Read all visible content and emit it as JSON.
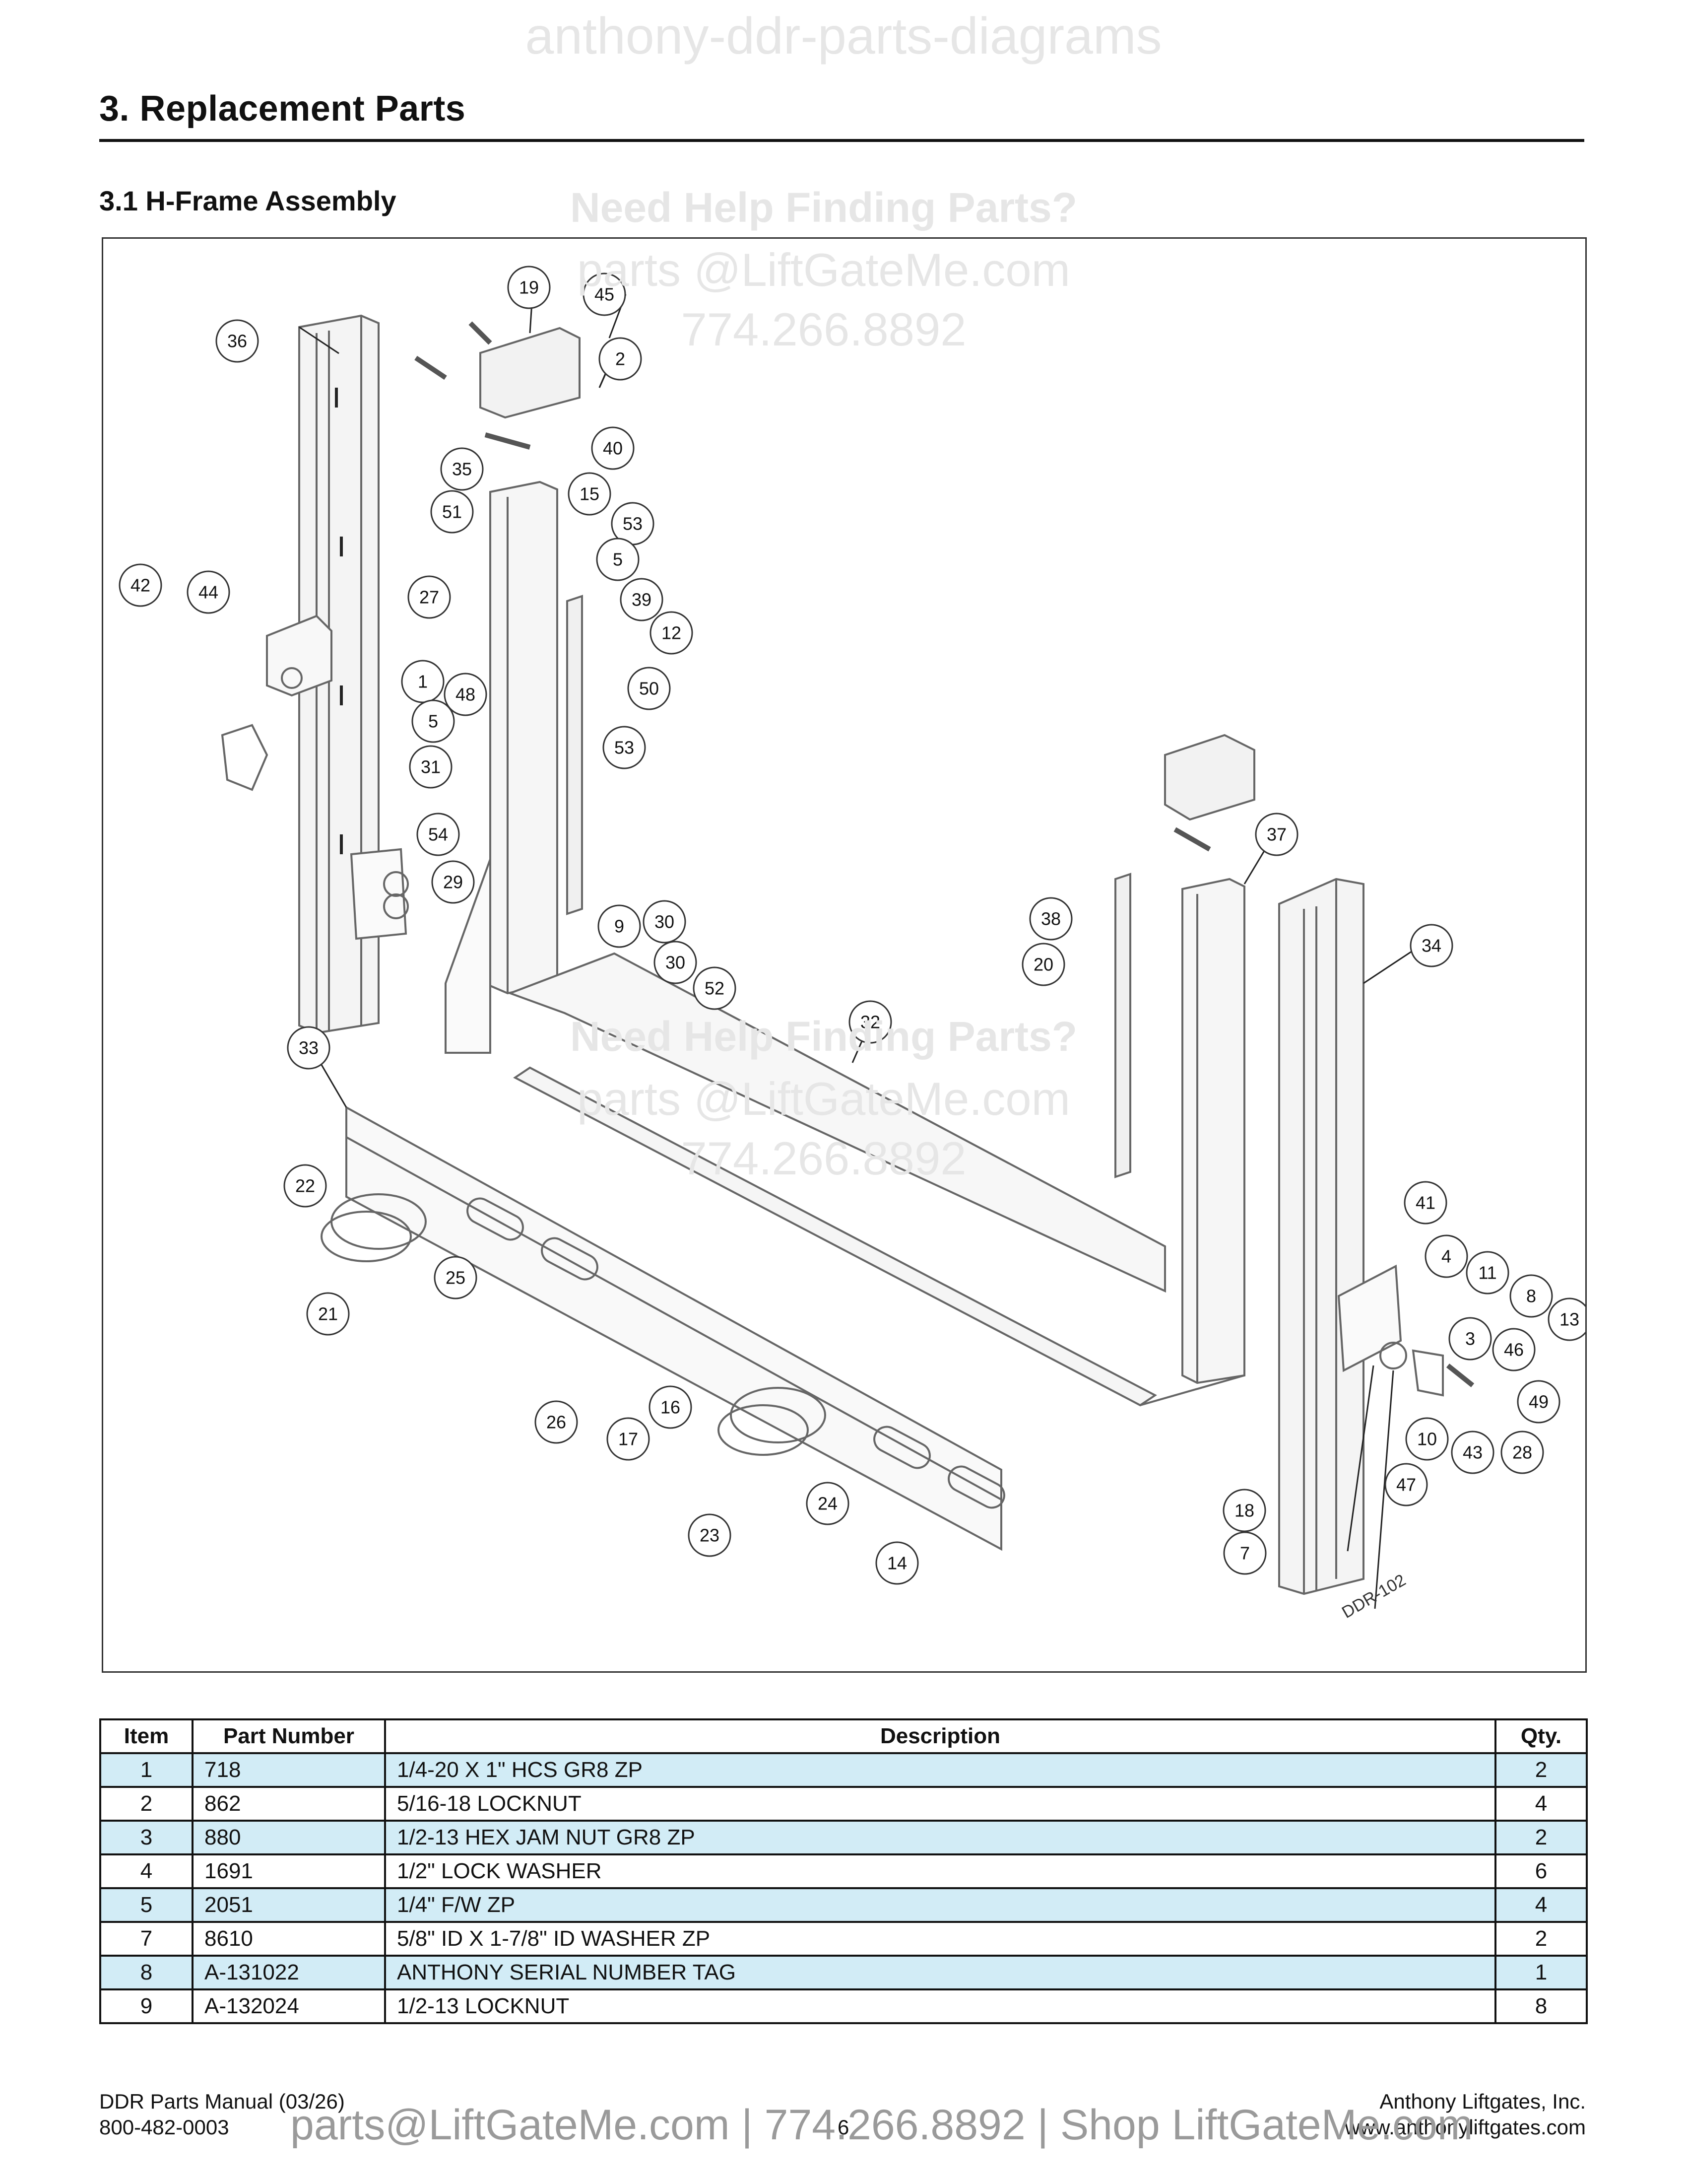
{
  "watermarks": {
    "top": "anthony-ddr-parts-diagrams",
    "need_help": "Need Help Finding Parts?",
    "email": "parts @LiftGateMe.com",
    "phone": "774.266.8892"
  },
  "section_title": "3.  Replacement Parts",
  "subsection_title": "3.1  H-Frame Assembly",
  "drawing_id": "DDR-102",
  "callouts": [
    "19",
    "45",
    "36",
    "2",
    "35",
    "40",
    "51",
    "15",
    "53",
    "5",
    "42",
    "44",
    "27",
    "39",
    "12",
    "1",
    "48",
    "50",
    "5",
    "31",
    "53",
    "54",
    "29",
    "37",
    "9",
    "30",
    "38",
    "20",
    "34",
    "30",
    "52",
    "32",
    "33",
    "41",
    "22",
    "4",
    "11",
    "8",
    "13",
    "25",
    "21",
    "3",
    "46",
    "49",
    "26",
    "16",
    "17",
    "10",
    "43",
    "28",
    "47",
    "24",
    "23",
    "18",
    "7",
    "14"
  ],
  "table": {
    "headers": [
      "Item",
      "Part Number",
      "Description",
      "Qty."
    ],
    "rows": [
      {
        "item": "1",
        "part": "718",
        "desc": "1/4-20 X 1\" HCS GR8 ZP",
        "qty": "2"
      },
      {
        "item": "2",
        "part": "862",
        "desc": "5/16-18 LOCKNUT",
        "qty": "4"
      },
      {
        "item": "3",
        "part": "880",
        "desc": "1/2-13 HEX JAM NUT GR8 ZP",
        "qty": "2"
      },
      {
        "item": "4",
        "part": "1691",
        "desc": "1/2\" LOCK WASHER",
        "qty": "6"
      },
      {
        "item": "5",
        "part": "2051",
        "desc": "1/4\" F/W ZP",
        "qty": "4"
      },
      {
        "item": "7",
        "part": "8610",
        "desc": "5/8\" ID X 1-7/8\" ID WASHER ZP",
        "qty": "2"
      },
      {
        "item": "8",
        "part": "A-131022",
        "desc": "ANTHONY SERIAL NUMBER TAG",
        "qty": "1"
      },
      {
        "item": "9",
        "part": "A-132024",
        "desc": "1/2-13 LOCKNUT",
        "qty": "8"
      }
    ]
  },
  "footer": {
    "manual": "DDR Parts Manual (03/26)",
    "phone": "800-482-0003",
    "page": "6",
    "company": "Anthony Liftgates, Inc.",
    "website": "www.anthonyliftgates.com",
    "promo": "parts@LiftGateMe.com | 774.266.8892 | Shop LiftGateMe.com"
  }
}
